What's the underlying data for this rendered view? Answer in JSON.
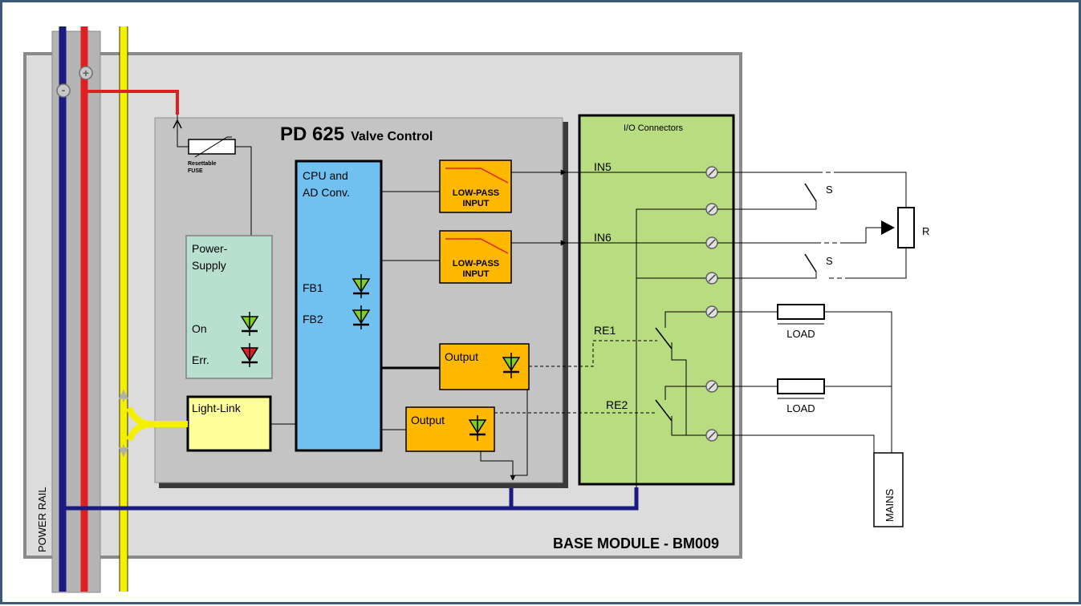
{
  "title": {
    "model": "PD 625",
    "subtitle": "Valve Control"
  },
  "base_module": "BASE MODULE - BM009",
  "power_rail": "POWER RAIL",
  "rail_symbols": {
    "minus": "-",
    "plus": "+"
  },
  "fuse": {
    "line1": "Resettable",
    "line2": "FUSE"
  },
  "power_supply": {
    "line1": "Power-",
    "line2": "Supply",
    "on": "On",
    "err": "Err."
  },
  "cpu": {
    "line1": "CPU and",
    "line2": "AD Conv.",
    "fb1": "FB1",
    "fb2": "FB2"
  },
  "light_link": "Light-Link",
  "lowpass": {
    "line1": "LOW-PASS",
    "line2": "INPUT"
  },
  "output": "Output",
  "io": {
    "title": "I/O Connectors",
    "in5": "IN5",
    "in6": "IN6",
    "re1": "RE1",
    "re2": "RE2"
  },
  "external": {
    "s1": "S",
    "s2": "S",
    "r": "R",
    "load1": "LOAD",
    "load2": "LOAD",
    "mains": "MAINS"
  },
  "colors": {
    "navy": "#1a1a80",
    "red": "#e02020",
    "yellow": "#f5f000",
    "base": "#dcdcdc",
    "pd": "#c4c4c4",
    "cpu": "#70c0f0",
    "psu": "#b8e0d0",
    "io": "#b8dc80",
    "filter": "#ffb800",
    "link": "#ffff99",
    "green_led": "#80d020",
    "red_led": "#e02020"
  }
}
